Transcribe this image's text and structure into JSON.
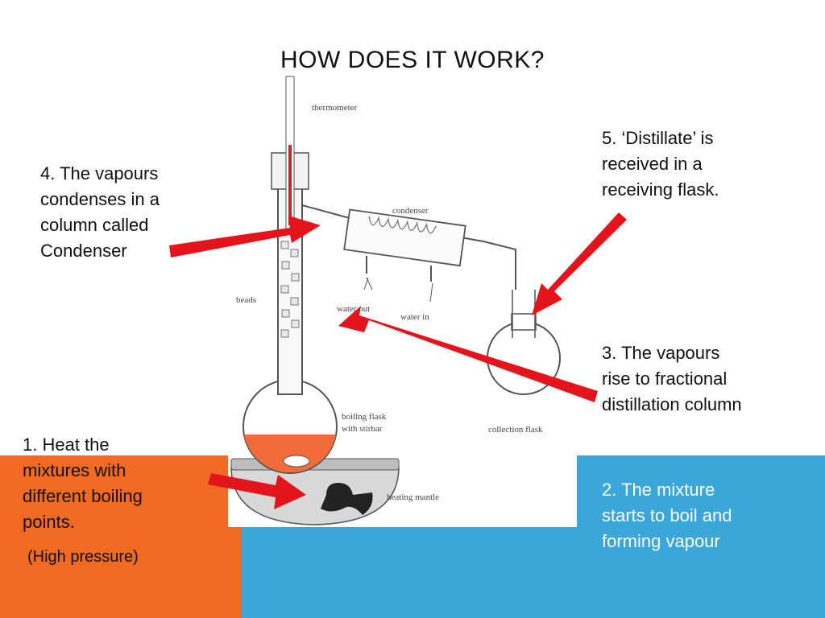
{
  "slide": {
    "title": "HOW DOES IT WORK?",
    "colors": {
      "orange": "#f06a22",
      "blue": "#3aa6d9",
      "arrow_red": "#e3141b",
      "liquid": "#f26b3a"
    }
  },
  "diagram": {
    "labels": {
      "thermometer": "thermometer",
      "condenser": "condenser",
      "beads": "beads",
      "water_out": "water out",
      "water_in": "water in",
      "boiling_flask_line1": "boiling flask",
      "boiling_flask_line2": "with stirbar",
      "collection_flask": "collection flask",
      "heating_mantle": "heating mantle"
    }
  },
  "notes": {
    "step1": "1. Heat the\n   mixtures with\n   different boiling\n   points.",
    "step1_sub": "(High pressure)",
    "step2": "2. The mixture\nstarts to boil and\nforming vapour",
    "step3": "3. The vapours\nrise to fractional\ndistillation column",
    "step4": "4. The vapours\ncondenses in a\ncolumn called\nCondenser",
    "step5": "5.  ‘Distillate’ is\nreceived in a\nreceiving flask."
  }
}
